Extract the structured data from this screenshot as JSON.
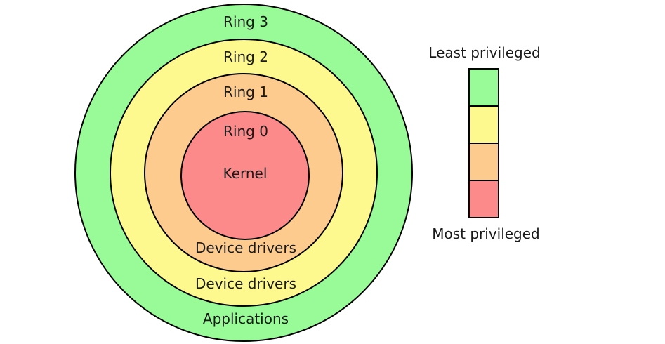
{
  "rings": [
    {
      "name": "Ring 3",
      "role": "Applications",
      "color": "#98fb98"
    },
    {
      "name": "Ring 2",
      "role": "Device drivers",
      "color": "#fdf98e"
    },
    {
      "name": "Ring 1",
      "role": "Device drivers",
      "color": "#fdcb8e"
    },
    {
      "name": "Ring 0",
      "role": "Kernel",
      "color": "#fd8a8a"
    }
  ],
  "legend": {
    "top_label": "Least privileged",
    "bottom_label": "Most privileged",
    "colors": [
      "#98fb98",
      "#fdf98e",
      "#fdcb8e",
      "#fd8a8a"
    ]
  },
  "stroke_color": "#000000"
}
